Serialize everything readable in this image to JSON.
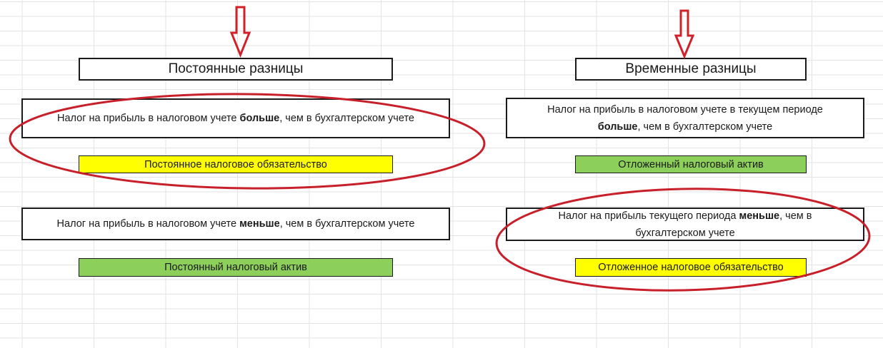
{
  "left": {
    "header": "Постоянные разницы",
    "case1": {
      "before": "Налог на прибыль в налоговом учете ",
      "bold": "больше",
      "after": ", чем в бухгалтерском учете"
    },
    "result1": "Постоянное налоговое обязательство",
    "case2": {
      "before": "Налог на прибыль в налоговом учете ",
      "bold": "меньше",
      "after": ", чем в бухгалтерском учете"
    },
    "result2": "Постоянный налоговый актив"
  },
  "right": {
    "header": "Временные разницы",
    "case1": {
      "line1": "Налог на прибыль в налоговом учете в текущем периоде",
      "bold": "больше",
      "after": ", чем в бухгалтерском учете"
    },
    "result1": "Отложенный налоговый актив",
    "case2": {
      "before": "Налог на  прибыль текущего периода ",
      "bold": "меньше",
      "after": ", чем в",
      "line2": "бухгалтерском учете"
    },
    "result2": "Отложенное налоговое обязательство"
  },
  "colors": {
    "arrow": "#d0202a",
    "ellipse": "#c8202a",
    "yellow": "#ffff00",
    "green": "#8ccf5a"
  }
}
